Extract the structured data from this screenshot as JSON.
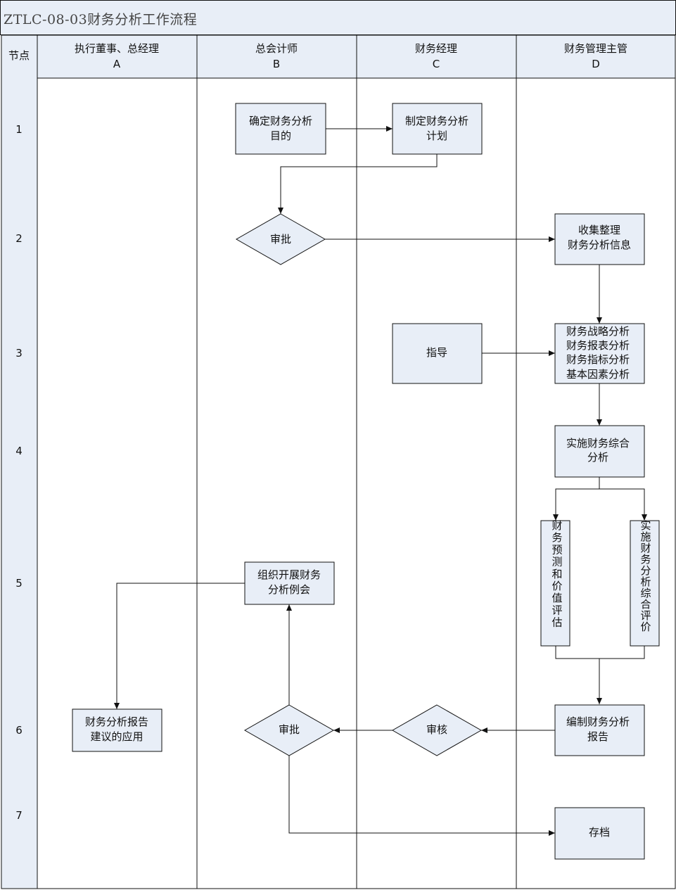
{
  "title": "ZTLC-08-03财务分析工作流程",
  "node_header": "节点",
  "lanes": [
    {
      "name": "执行董事、总经理",
      "code": "A"
    },
    {
      "name": "总会计师",
      "code": "B"
    },
    {
      "name": "财务经理",
      "code": "C"
    },
    {
      "name": "财务管理主管",
      "code": "D"
    }
  ],
  "node_numbers": [
    "1",
    "2",
    "3",
    "4",
    "5",
    "6",
    "7"
  ],
  "steps": {
    "b_determine": [
      "确定财务分析",
      "目的"
    ],
    "c_plan": [
      "制定财务分析",
      "计划"
    ],
    "b_approve1": [
      "审批"
    ],
    "d_collect": [
      "收集整理",
      "财务分析信息"
    ],
    "c_guide": [
      "指导"
    ],
    "d_analyses": [
      "财务战略分析",
      "财务报表分析",
      "财务指标分析",
      "基本因素分析"
    ],
    "d_comprehensive": [
      "实施财务综合",
      "分析"
    ],
    "d_forecast": "财务预测和价值评估",
    "d_evaluation": "实施财务分析综合评价",
    "b_meeting": [
      "组织开展财务",
      "分析例会"
    ],
    "a_application": [
      "财务分析报告",
      "建议的应用"
    ],
    "b_approve2": [
      "审批"
    ],
    "c_review": [
      "审核"
    ],
    "d_report": [
      "编制财务分析",
      "报告"
    ],
    "d_archive": [
      "存档"
    ]
  },
  "colors": {
    "box_fill": "#e8eef7",
    "line": "#111111",
    "header_fill": "#e8eef7"
  }
}
